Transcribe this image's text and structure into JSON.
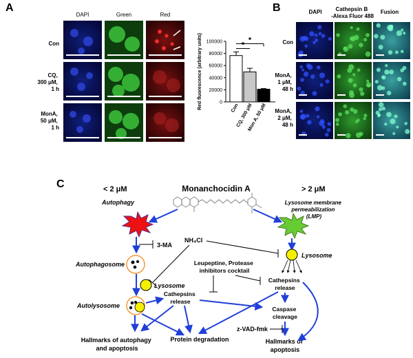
{
  "panels": {
    "A": {
      "label": "A",
      "columns": [
        "DAPI",
        "Green",
        "Red"
      ],
      "rows": [
        {
          "line1": "Con",
          "line2": "",
          "line3": ""
        },
        {
          "line1": "CQ,",
          "line2": "300 μM,",
          "line3": "1 h"
        },
        {
          "line1": "MonA,",
          "line2": "50 μM,",
          "line3": "1 h"
        }
      ]
    },
    "B": {
      "label": "B",
      "columns": [
        {
          "line1": "DAPI",
          "line2": ""
        },
        {
          "line1": "Cathepsin B",
          "line2": "-Alexa Fluor 488"
        },
        {
          "line1": "Fusion",
          "line2": ""
        }
      ],
      "rows": [
        {
          "line1": "Con",
          "line2": "",
          "line3": ""
        },
        {
          "line1": "MonA,",
          "line2": "1 μM,",
          "line3": "48 h"
        },
        {
          "line1": "MonA,",
          "line2": "2 μM,",
          "line3": "48 h"
        }
      ]
    },
    "C": {
      "label": "C",
      "title": "Monanchocidin A",
      "left_header": "< 2 μM",
      "left_sub": "Autophagy",
      "right_header": "> 2 μM",
      "right_sub1": "Lysosome membrane",
      "right_sub2": "permeabilization",
      "right_sub3": "(LMP)",
      "nodes": {
        "ma3": "3-MA",
        "nh4cl": "NH₄Cl",
        "autophagosome": "Autophagosome",
        "lysosome_left": "Lysosome",
        "lysosome_right": "Lysosome",
        "autolysosome": "Autolysosome",
        "inhib1": "Leupeptine, Protease",
        "inhib2": "inhibitors cocktail",
        "cath_left1": "Cathepsins",
        "cath_left2": "release",
        "cath_right1": "Cathepsins",
        "cath_right2": "release",
        "caspase1": "Caspase",
        "caspase2": "cleavage",
        "zvad": "z-VAD-fmk",
        "hall_auto1": "Hallmarks of autophagy",
        "hall_auto2": "and apoptosis",
        "protein_deg": "Protein degradation",
        "hall_apo1": "Hallmarks of",
        "hall_apo2": "apoptosis"
      }
    }
  },
  "colors": {
    "arrow": "#1f3fd8",
    "bar_con": "#ffffff",
    "bar_cq": "#c8c8c8",
    "bar_mona": "#000000",
    "red_burst": "#ee1111",
    "green_burst": "#66cc33",
    "lysosome_fill": "#f5f000",
    "autophagosome_ring": "#f39a35"
  },
  "chart_data": {
    "type": "bar",
    "categories": [
      "Con",
      "CQ, 300 μM",
      "Mon A, 50 μM"
    ],
    "values": [
      76500,
      49500,
      21000
    ],
    "errors": [
      6000,
      6000,
      1000
    ],
    "ylabel": "Red fluorescence (arbitrary units)",
    "ylim": [
      0,
      100000
    ],
    "yticks": [
      0,
      20000,
      40000,
      60000,
      80000,
      100000
    ],
    "significance": [
      "*",
      "*"
    ]
  }
}
